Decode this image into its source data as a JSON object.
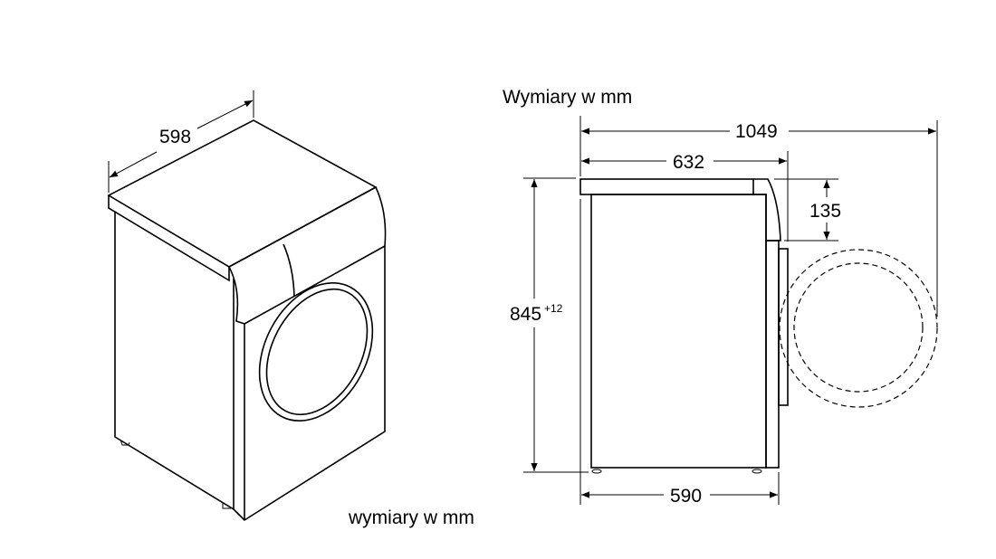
{
  "labels": {
    "side_title": "Wymiary w mm",
    "iso_caption": "wymiary w mm"
  },
  "dimensions": {
    "width": "598",
    "total_depth_door_open": "1049",
    "depth": "632",
    "top_offset": "135",
    "height": "845",
    "height_tolerance": "+12",
    "body_depth": "590"
  },
  "colors": {
    "line": "#000000",
    "background": "#ffffff"
  }
}
